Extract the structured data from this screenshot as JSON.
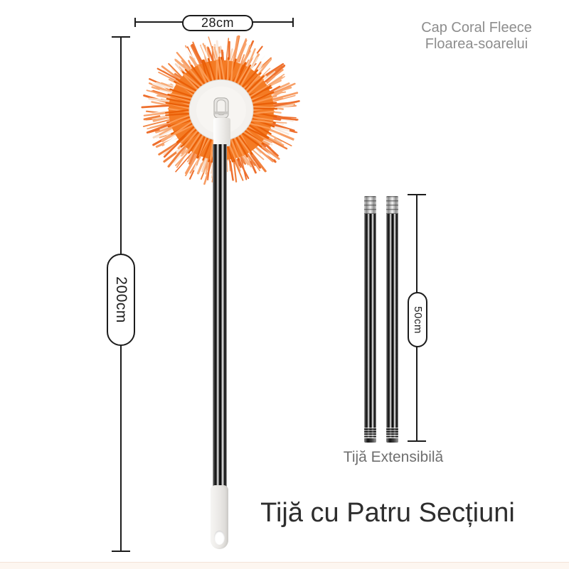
{
  "captions": {
    "head_line1": "Cap Coral Fleece",
    "head_line2": "Floarea-soarelui",
    "pole": "Tijă Extensibilă",
    "bottom_title": "Tijă cu Patru Secțiuni"
  },
  "dimensions": {
    "head_width": "28cm",
    "total_length": "200cm",
    "pole_section_length": "50cm"
  },
  "colors": {
    "accent_orange": "#f47b24",
    "dimension_line": "#1c1c1c",
    "caption_gray": "#8d8d8d",
    "pole_caption_gray": "#6f6f6f",
    "title_dark": "#2e2e2e",
    "chrome_dark": "#111111",
    "background": "#ffffff",
    "bottom_strip": "#fdf6f0"
  }
}
